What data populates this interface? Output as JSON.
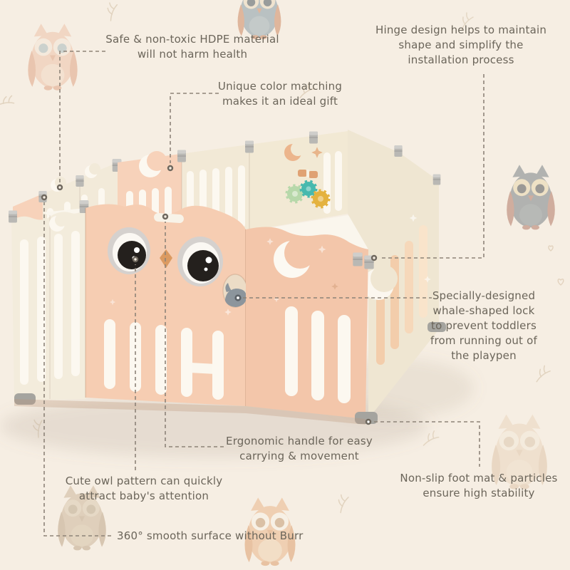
{
  "page": {
    "background_color": "#f6eee3",
    "text_color": "#6b655a",
    "dashed_line_color": "#8d8378",
    "description": "Foldable owl baby playpen feature infographic"
  },
  "palette": {
    "panel_pink": "#f6cdb2",
    "panel_pink_dark": "#f3c6aa",
    "panel_cream": "#f3ecdc",
    "slot_white": "#fcf8f0",
    "hinge_gray": "#b9b8b4",
    "lock_gray": "#8c959c",
    "beak_orange": "#db9a61",
    "eye_black": "#24201d",
    "print_moon": "#ecb58c",
    "print_star": "#e8b58b",
    "print_beads": "#dfa173",
    "print_flower_green": "#b7d8aa",
    "print_flower_teal": "#47b9ae",
    "print_flower_yellow": "#e4b23f"
  },
  "callouts": [
    {
      "id": "safe-material",
      "lines": [
        "Safe & non-toxic HDPE material",
        "will not harm health"
      ]
    },
    {
      "id": "color-matching",
      "lines": [
        "Unique color matching",
        "makes it an ideal gift"
      ]
    },
    {
      "id": "hinge-design",
      "lines": [
        "Hinge design helps to maintain",
        "shape and simplify the",
        "installation process"
      ]
    },
    {
      "id": "whale-lock",
      "lines": [
        "Specially-designed",
        "whale-shaped lock",
        "to prevent toddlers",
        "from running out of",
        "the playpen"
      ]
    },
    {
      "id": "ergonomic-handle",
      "lines": [
        "Ergonomic handle for easy",
        "carrying & movement"
      ]
    },
    {
      "id": "owl-pattern",
      "lines": [
        "Cute owl pattern can quickly",
        "attract baby's attention"
      ]
    },
    {
      "id": "non-slip-foot",
      "lines": [
        "Non-slip foot mat & particles",
        "ensure high stability"
      ]
    },
    {
      "id": "smooth-surface",
      "lines": [
        "360° smooth surface without Burr"
      ]
    }
  ],
  "product": {
    "decor_prints": [
      "moon",
      "star",
      "beads",
      "flowers"
    ],
    "background_watermark": "owl pattern"
  }
}
